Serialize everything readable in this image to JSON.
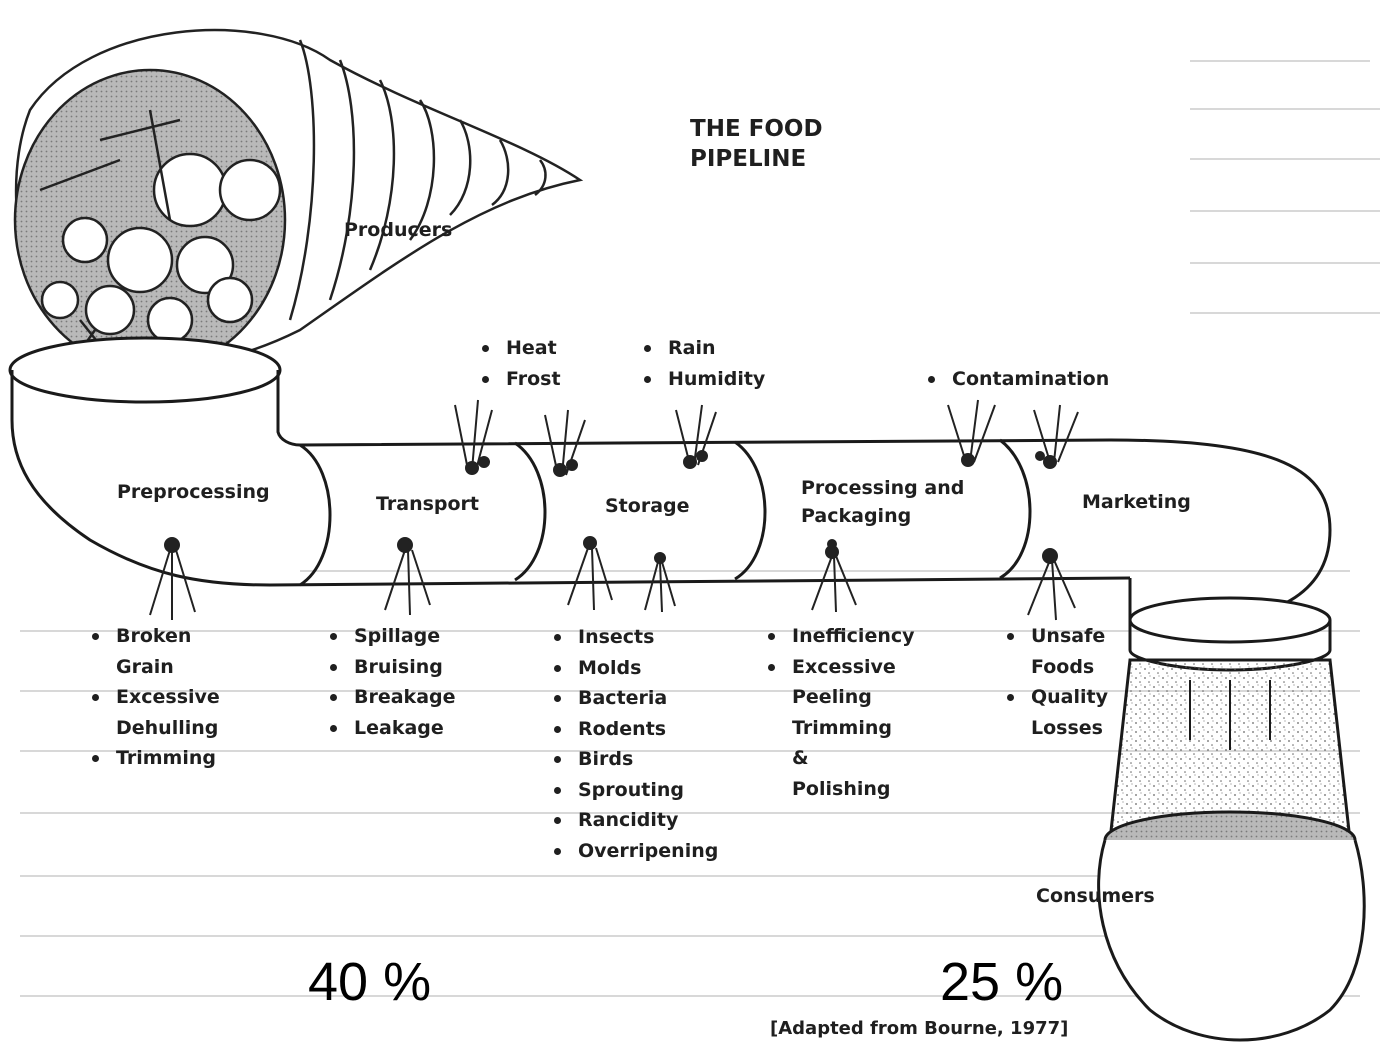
{
  "title_lines": [
    "THE FOOD",
    "PIPELINE"
  ],
  "nodes": {
    "producers": "Producers",
    "consumers": "Consumers"
  },
  "stages": [
    {
      "label_lines": [
        "Preprocessing"
      ]
    },
    {
      "label_lines": [
        "Transport"
      ]
    },
    {
      "label_lines": [
        "Storage"
      ]
    },
    {
      "label_lines": [
        "Processing and",
        "Packaging"
      ]
    },
    {
      "label_lines": [
        "Marketing"
      ]
    }
  ],
  "environmental_factors": [
    {
      "items": [
        "Heat",
        "Frost"
      ]
    },
    {
      "items": [
        "Rain",
        "Humidity"
      ]
    },
    {
      "items": [
        "Contamination"
      ]
    }
  ],
  "loss_causes": [
    {
      "items": [
        [
          "Broken",
          "Grain"
        ],
        [
          "Excessive",
          "Dehulling"
        ],
        [
          "Trimming"
        ]
      ]
    },
    {
      "items": [
        [
          "Spillage"
        ],
        [
          "Bruising"
        ],
        [
          "Breakage"
        ],
        [
          "Leakage"
        ]
      ]
    },
    {
      "items": [
        [
          "Insects"
        ],
        [
          "Molds"
        ],
        [
          "Bacteria"
        ],
        [
          "Rodents"
        ],
        [
          "Birds"
        ],
        [
          "Sprouting"
        ],
        [
          "Rancidity"
        ],
        [
          "Overripening"
        ]
      ]
    },
    {
      "items": [
        [
          "Inefficiency"
        ],
        [
          "Excessive",
          "Peeling",
          "Trimming",
          "&",
          "Polishing"
        ]
      ]
    },
    {
      "items": [
        [
          "Unsafe",
          "Foods"
        ],
        [
          "Quality",
          "Losses"
        ]
      ]
    }
  ],
  "percentages": [
    "40 %",
    "25 %"
  ],
  "source": "[Adapted from Bourne, 1977]"
}
